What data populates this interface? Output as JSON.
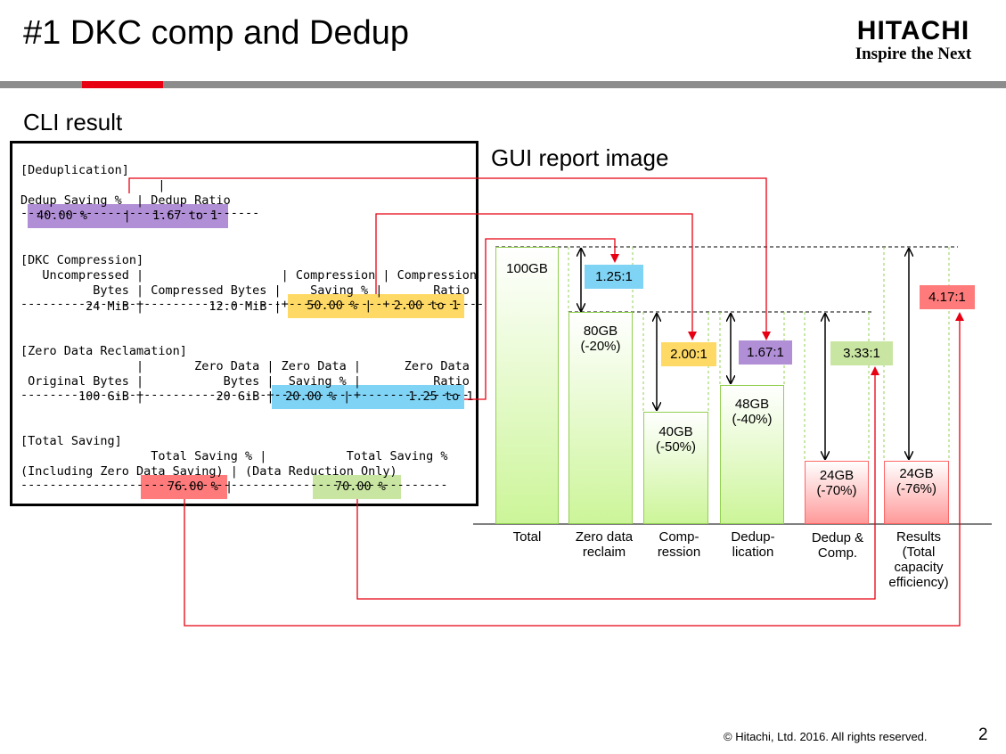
{
  "header": {
    "title": "#1 DKC comp and Dedup",
    "logo_word": "HITACHI",
    "logo_tagline": "Inspire the Next",
    "accent_color": "#e60012",
    "rule_color": "#8c8c8c"
  },
  "cli": {
    "heading": "CLI result",
    "lines": [
      "[Deduplication]",
      "                   |",
      "Dedup Saving %  | Dedup Ratio",
      "---------------------------------",
      "",
      "[DKC Compression]",
      "   Uncompressed |                   | Compression | Compression",
      "          Bytes | Compressed Bytes |    Saving % |       Ratio",
      "----------------+-------------------+-------------+-------------",
      "         24 MiB |         12.0 MiB |",
      "[Zero Data Reclamation]",
      "                |       Zero Data | Zero Data |      Zero Data",
      " Original Bytes |           Bytes |  Saving % |          Ratio",
      "----------------+-----------------+-----------+---------------",
      "        100 GiB |          20 GiB |",
      "[Total Saving]",
      "                  Total Saving % |           Total Saving %",
      "(Including Zero Data Saving) | (Data Reduction Only)",
      "-----------------------------------------------------------",
      ""
    ],
    "dedup_saving": " 40.00 %     |   1.67 to 1",
    "comp_saving": "  50.00 % |   2.00 to 1",
    "zero_saving": " 20.00 % |        1.25 to 1",
    "total_incl": "76.00 % |",
    "total_reduction": "70.00 %",
    "colors": {
      "purple": "#b18fd6",
      "yellow": "#ffd966",
      "blue": "#7fd3f5",
      "red": "#ff7b7b",
      "green": "#c9e5a2"
    }
  },
  "gui": {
    "heading": "GUI report image",
    "bars": [
      {
        "category": "Total",
        "label": "100GB",
        "value_gb": 100,
        "percent": ""
      },
      {
        "category": "Zero data\nreclaim",
        "label": "80GB",
        "value_gb": 80,
        "percent": "(-20%)"
      },
      {
        "category": "Comp-\nression",
        "label": "40GB",
        "value_gb": 40,
        "percent": "(-50%)"
      },
      {
        "category": "Dedup-\nlication",
        "label": "48GB",
        "value_gb": 48,
        "percent": "(-40%)"
      },
      {
        "category": "Dedup &\nComp.",
        "label": "24GB",
        "value_gb": 24,
        "percent": "(-70%)"
      },
      {
        "category": "Results\n(Total\ncapacity\nefficiency)",
        "label": "24GB",
        "value_gb": 24,
        "percent": "(-76%)"
      }
    ],
    "ratios": [
      {
        "text": "1.25:1",
        "color": "#7fd3f5"
      },
      {
        "text": "2.00:1",
        "color": "#ffd966"
      },
      {
        "text": "1.67:1",
        "color": "#b18fd6"
      },
      {
        "text": "3.33:1",
        "color": "#c9e5a2"
      },
      {
        "text": "4.17:1",
        "color": "#ff7b7b"
      }
    ],
    "green_bar_color": "#92d050",
    "red_bar_color": "#ff6666"
  },
  "footer": {
    "copyright": "© Hitachi, Ltd. 2016. All rights reserved.",
    "page_number": "2"
  }
}
